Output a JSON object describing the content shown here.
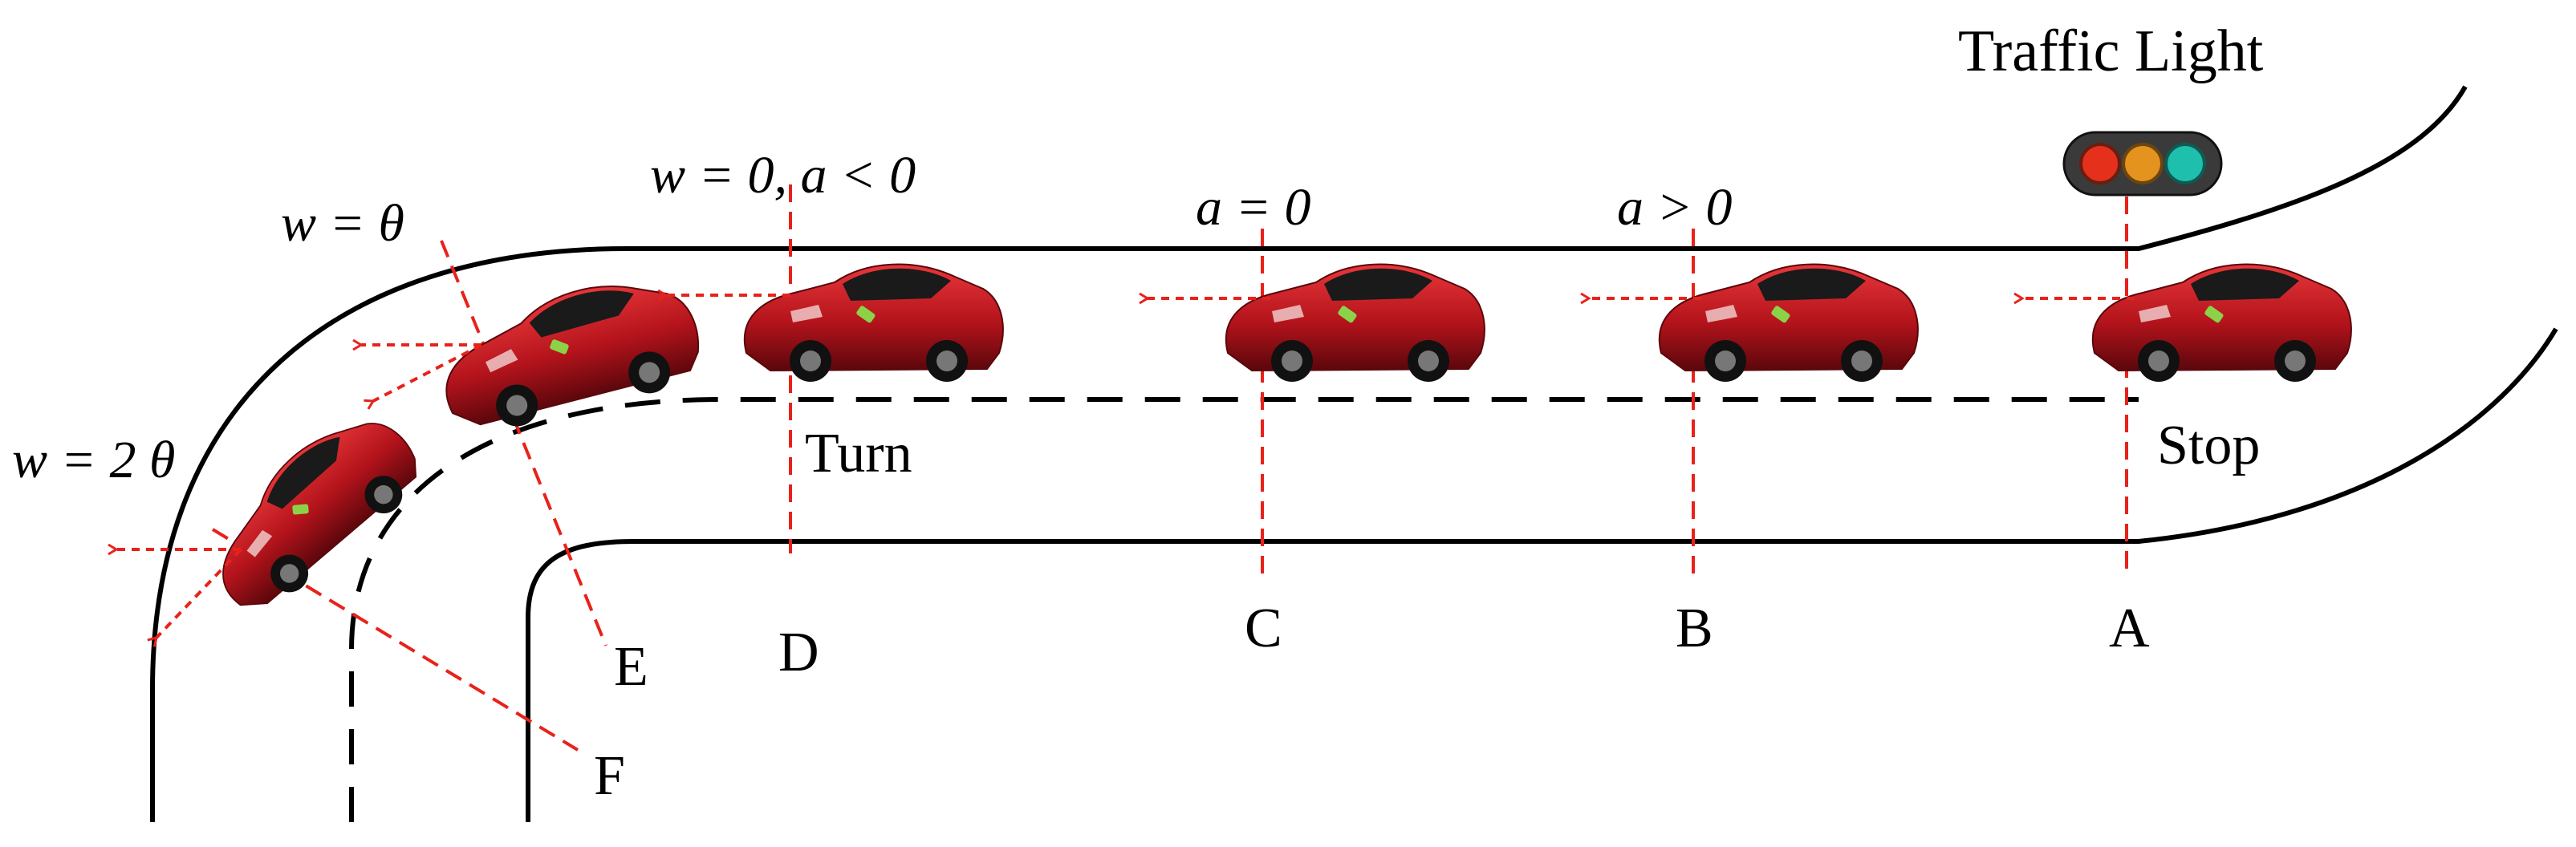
{
  "title": "Traffic Light",
  "formulas": {
    "f_w2theta": "w = 2 θ",
    "f_wtheta": "w =  θ",
    "f_w0a": "w = 0, a < 0",
    "f_a0": "a = 0",
    "f_agt": "a > 0"
  },
  "labels": {
    "turn": "Turn",
    "stop": "Stop"
  },
  "points": {
    "A": "A",
    "B": "B",
    "C": "C",
    "D": "D",
    "E": "E",
    "F": "F"
  },
  "colors": {
    "road": "#000000",
    "guide": "#e8221b",
    "car": "#c0141a",
    "sensor": "#8cd248",
    "light_red": "#e5311b",
    "light_amber": "#e3931e",
    "light_green": "#1fbfae"
  },
  "icons": [
    "traffic-light-icon",
    "car-icon"
  ]
}
